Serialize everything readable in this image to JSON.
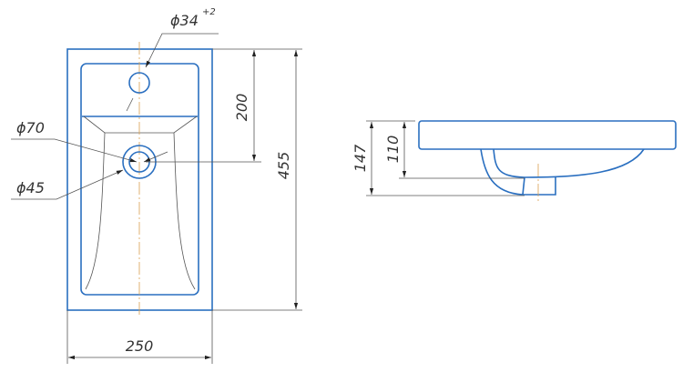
{
  "drawing": {
    "top_view": {
      "tap_hole": {
        "label": "ϕ34",
        "tolerance": "+2"
      },
      "drain_outer": {
        "label": "ϕ70"
      },
      "drain_inner": {
        "label": "ϕ45"
      },
      "depth_to_drain": "200",
      "length": "455",
      "width": "250"
    },
    "side_view": {
      "total_height": "147",
      "bowl_height": "110"
    },
    "colors": {
      "outline": "#2a6fc0",
      "centerline": "#d9a050"
    }
  }
}
